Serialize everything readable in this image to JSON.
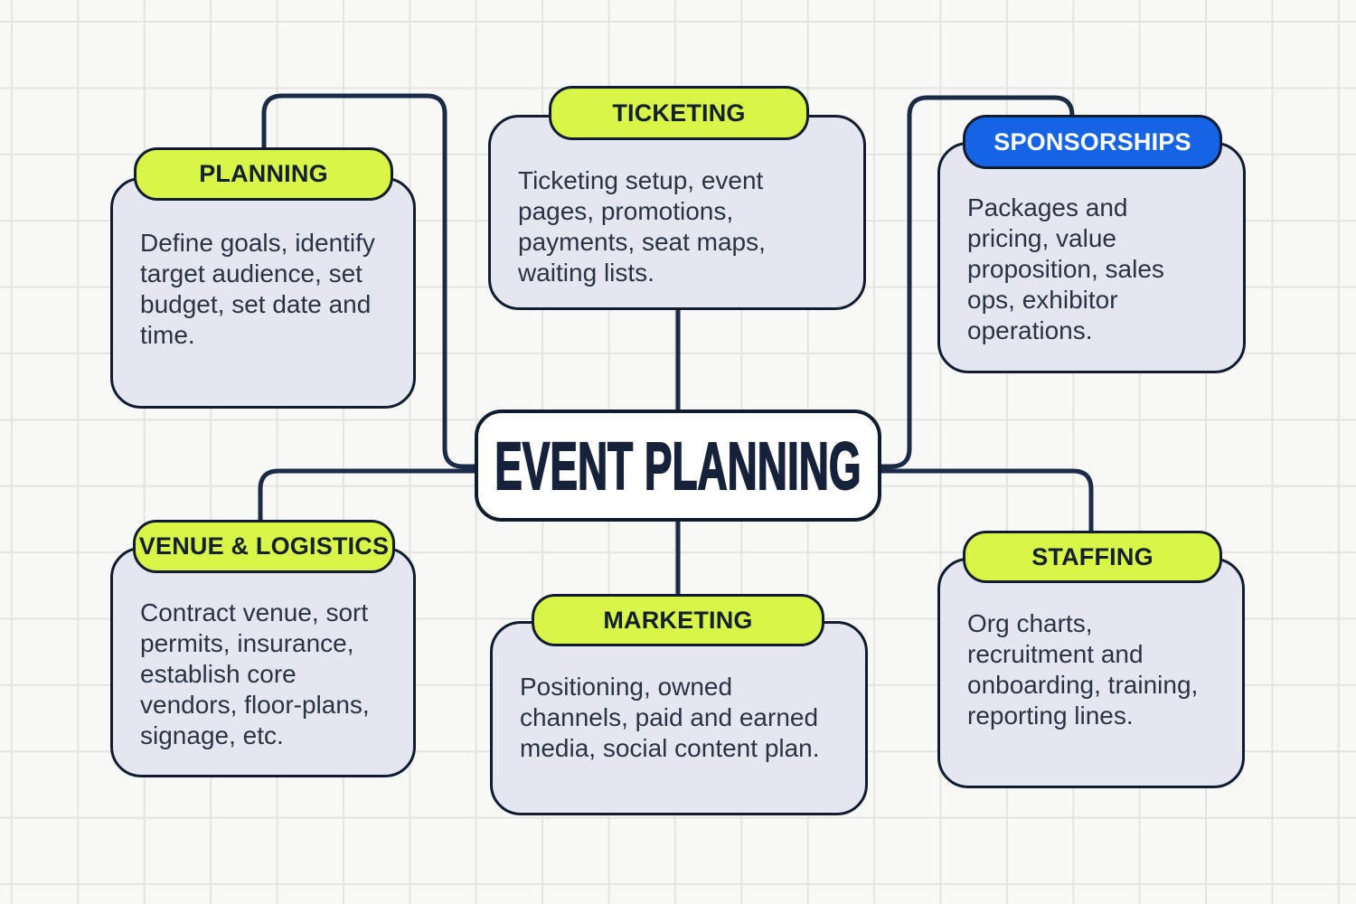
{
  "diagram": {
    "title": "EVENT PLANNING",
    "colors": {
      "accent_lime": "#d9f548",
      "accent_blue": "#1564e6",
      "line_navy": "#1b2a47",
      "card_fill": "#e4e7f0",
      "center_fill": "#ffffff",
      "background": "#f8f8f6"
    },
    "nodes": [
      {
        "id": "planning",
        "label": "PLANNING",
        "accent": "lime",
        "description": "Define goals, identify\ntarget audience, set\nbudget, set date and\ntime."
      },
      {
        "id": "ticketing",
        "label": "TICKETING",
        "accent": "lime",
        "description": "Ticketing setup, event\npages, promotions,\npayments, seat maps,\nwaiting lists."
      },
      {
        "id": "sponsorships",
        "label": "SPONSORSHIPS",
        "accent": "blue",
        "description": "Packages and\npricing, value\nproposition, sales\nops, exhibitor\noperations."
      },
      {
        "id": "venue_logistics",
        "label": "VENUE & LOGISTICS",
        "accent": "lime",
        "description": "Contract venue, sort\npermits, insurance,\nestablish core\nvendors, floor-plans,\nsignage, etc."
      },
      {
        "id": "marketing",
        "label": "MARKETING",
        "accent": "lime",
        "description": "Positioning, owned\nchannels, paid and earned\nmedia, social content plan."
      },
      {
        "id": "staffing",
        "label": "STAFFING",
        "accent": "lime",
        "description": "Org charts,\nrecruitment and\nonboarding, training,\nreporting lines."
      }
    ]
  }
}
